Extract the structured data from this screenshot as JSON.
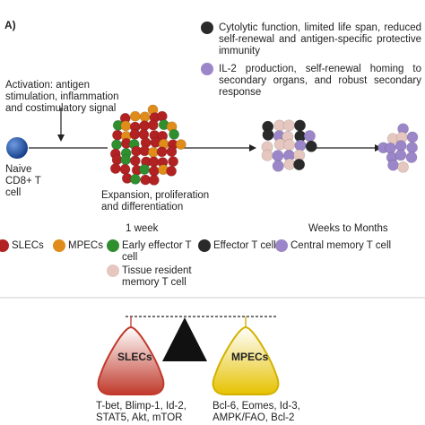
{
  "panel_label": "A)",
  "legend_top": [
    {
      "icon": "effector-cell-icon",
      "color": "#2a2a2a",
      "text": "Cytolytic function, limited life span, reduced self-renewal and antigen-specific protective immunity"
    },
    {
      "icon": "memory-cell-icon",
      "color": "#9b86c9",
      "text": "IL-2 production, self-renewal homing to secondary organs, and robust secondary response"
    }
  ],
  "activation_text": "Activation: antigen stimulation, inflammation and costimulatory signal",
  "naive_label": "Naive CD8+ T cell",
  "expansion_label": "Expansion, proliferation and differentiation",
  "time_1week": "1 week",
  "time_weeks_months": "Weeks to Months",
  "legend_cells": {
    "slecs": "SLECs",
    "mpecs": "MPECs",
    "early": "Early effector T cell",
    "effector": "Effector T cell",
    "central_memory": "Central memory T cell",
    "tissue_resident": "Tissue resident memory T cell"
  },
  "balance": {
    "left_bag": "SLECs",
    "right_bag": "MPECs",
    "left_factors": "T-bet, Blimp-1, Id-2, STAT5, Akt, mTOR",
    "right_factors": "Bcl-6, Eomes, Id-3, AMPK/FAO, Bcl-2"
  },
  "colors": {
    "slec": "#b22222",
    "mpec": "#e08c1a",
    "early": "#2f8f2f",
    "effector": "#2a2a2a",
    "central_memory": "#9b86c9",
    "tissue_resident": "#e6c7c0",
    "naive": "#1f4fa8",
    "slec_bag": "#c0392b",
    "mpec_bag": "#e6c200"
  }
}
